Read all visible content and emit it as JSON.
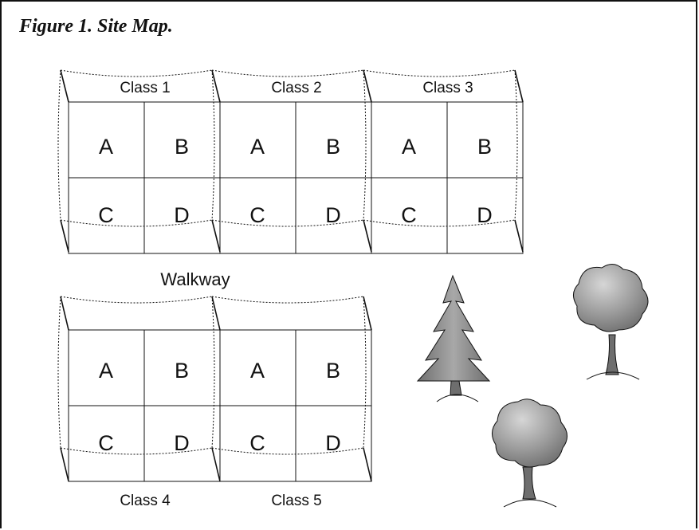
{
  "figure": {
    "title": "Figure 1. Site Map."
  },
  "upper_row": [
    {
      "label": "Class 1",
      "plots": [
        "A",
        "B",
        "C",
        "D"
      ]
    },
    {
      "label": "Class 2",
      "plots": [
        "A",
        "B",
        "C",
        "D"
      ]
    },
    {
      "label": "Class 3",
      "plots": [
        "A",
        "B",
        "C",
        "D"
      ]
    }
  ],
  "lower_row": [
    {
      "label": "Class 4",
      "plots": [
        "A",
        "B",
        "C",
        "D"
      ]
    },
    {
      "label": "Class 5",
      "plots": [
        "A",
        "B",
        "C",
        "D"
      ]
    }
  ],
  "walkway_label": "Walkway",
  "trees": [
    {
      "kind": "conifer",
      "icon": "conifer-tree-icon"
    },
    {
      "kind": "deciduous",
      "icon": "deciduous-tree-icon"
    },
    {
      "kind": "deciduous",
      "icon": "deciduous-tree-icon"
    }
  ],
  "colors": {
    "line": "#111111",
    "tree_fill": "#8c8c8c",
    "tree_light": "#bdbdbd",
    "trunk": "#6e6e6e"
  }
}
